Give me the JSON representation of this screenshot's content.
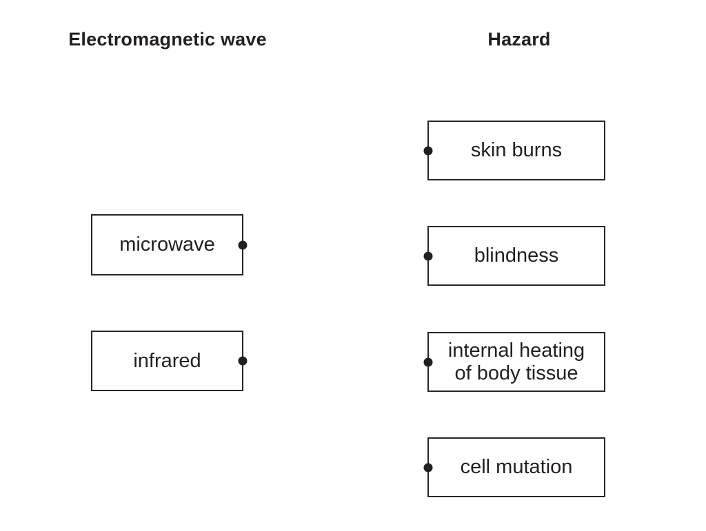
{
  "headers": {
    "left": "Electromagnetic wave",
    "right": "Hazard"
  },
  "electromagnetic_waves": {
    "items": [
      {
        "label": "microwave"
      },
      {
        "label": "infrared"
      }
    ]
  },
  "hazards": {
    "items": [
      {
        "label": "skin burns"
      },
      {
        "label": "blindness"
      },
      {
        "label": "internal heating\nof body tissue"
      },
      {
        "label": "cell mutation"
      }
    ]
  },
  "icons": {
    "connector_dot": "filled-circle"
  },
  "colors": {
    "background": "#ffffff",
    "ink": "#231f20",
    "box_border": "#2a2627",
    "dot": "#231f20"
  }
}
